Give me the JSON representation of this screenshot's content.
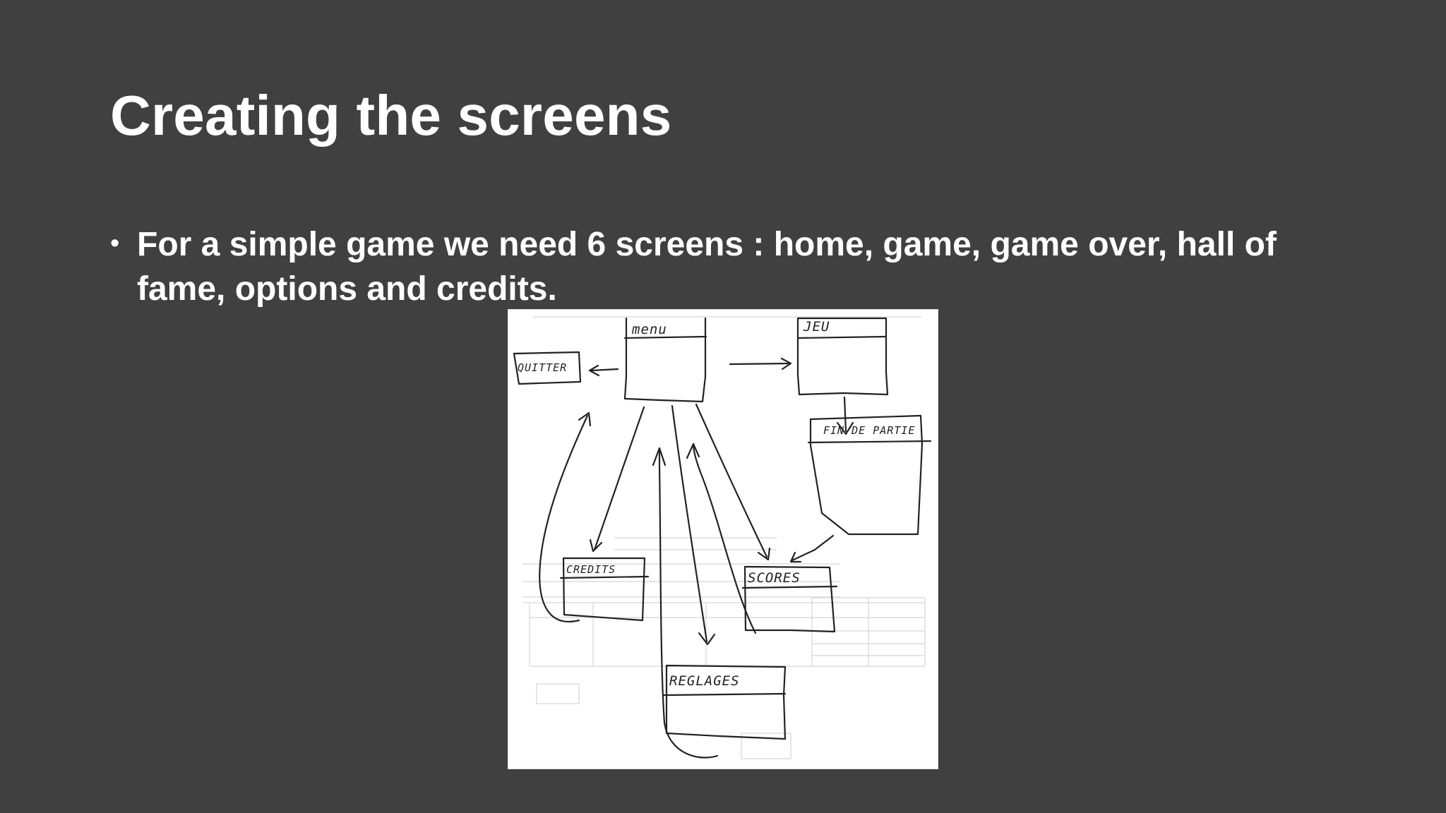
{
  "slide": {
    "title": "Creating the screens",
    "bullet_text": "For a simple game we need 6 screens : home, game, game over, hall of fame, options and credits.",
    "bullet_glyph": "•"
  },
  "diagram": {
    "screens": {
      "menu": "menu",
      "jeu": "JEU",
      "quitter": "QUITTER",
      "fin_de_partie": "FIN DE PARTIE",
      "credits": "CREDITS",
      "scores": "SCORES",
      "reglages": "REGLAGES"
    },
    "flows": [
      {
        "from": "menu",
        "to": "quitter"
      },
      {
        "from": "menu",
        "to": "jeu"
      },
      {
        "from": "jeu",
        "to": "fin_de_partie"
      },
      {
        "from": "fin_de_partie",
        "to": "scores"
      },
      {
        "from": "menu",
        "to": "credits"
      },
      {
        "from": "credits",
        "to": "menu"
      },
      {
        "from": "menu",
        "to": "scores"
      },
      {
        "from": "scores",
        "to": "menu"
      },
      {
        "from": "menu",
        "to": "reglages"
      },
      {
        "from": "reglages",
        "to": "menu"
      }
    ]
  },
  "colors": {
    "slide_background": "#404040",
    "text": "#ffffff",
    "sketch_background": "#ffffff",
    "sketch_ink": "#222222"
  }
}
